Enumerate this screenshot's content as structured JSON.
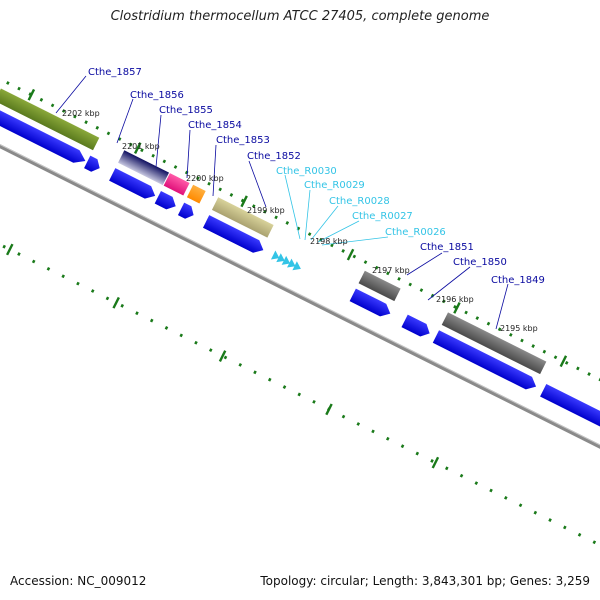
{
  "title": "Clostridium thermocellum ATCC 27405, complete genome",
  "footer": {
    "accession": "Accession: NC_009012",
    "topology": "Topology: circular; Length: 3,843,301 bp; Genes: 3,259"
  },
  "scale_labels": [
    "2202 kbp",
    "2201 kbp",
    "2200 kbp",
    "2199 kbp",
    "2198 kbp",
    "2197 kbp",
    "2196 kbp",
    "2195 kbp"
  ],
  "gene_labels": [
    "Cthe_1857",
    "Cthe_1856",
    "Cthe_1855",
    "Cthe_1854",
    "Cthe_1853",
    "Cthe_1852",
    "Cthe_1851",
    "Cthe_1850",
    "Cthe_1849"
  ],
  "rna_labels": [
    "Cthe_R0030",
    "Cthe_R0029",
    "Cthe_R0028",
    "Cthe_R0027",
    "Cthe_R0026"
  ],
  "colors": {
    "gene_label": "#0a0aa0",
    "rna_label": "#33c4e6",
    "cds": "#1010ee",
    "tick": "#1a7a1a",
    "backbone": "#888888"
  }
}
